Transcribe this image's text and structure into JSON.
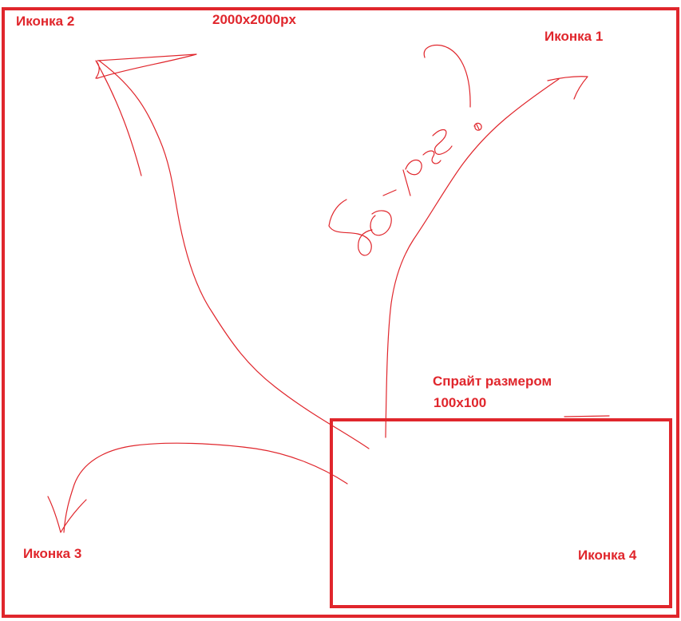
{
  "labels": {
    "icon2": "Иконка 2",
    "canvas_size": "2000x2000px",
    "icon1": "Иконка 1",
    "sprite_title": "Спрайт размером",
    "sprite_size": "100x100",
    "icon3": "Иконка 3",
    "icon4": "Иконка 4"
  },
  "colors": {
    "accent": "#e0262c",
    "background": "#ffffff"
  }
}
